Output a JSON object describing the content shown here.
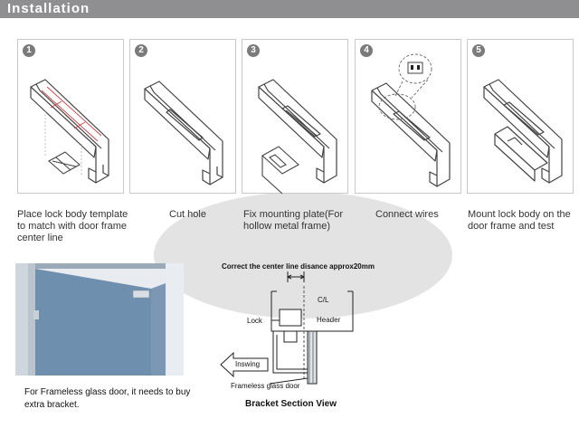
{
  "header": {
    "title": "Installation"
  },
  "steps": [
    {
      "num": "1",
      "caption_lines": [
        "Place lock body template",
        "to match with door frame",
        "center line"
      ]
    },
    {
      "num": "2",
      "caption_lines": [
        "Cut hole"
      ]
    },
    {
      "num": "3",
      "caption_lines": [
        "Fix mounting plate(For",
        "hollow metal frame)"
      ]
    },
    {
      "num": "4",
      "caption_lines": [
        "Connect wires"
      ]
    },
    {
      "num": "5",
      "caption_lines": [
        "Mount lock body on the",
        "door frame and test"
      ]
    }
  ],
  "photo": {
    "caption_lines": [
      "For Frameless glass door, it needs to buy",
      "extra bracket."
    ]
  },
  "bracket": {
    "note": "Correct the center line disance approx20mm",
    "cl_label": "C/L",
    "header_label": "Header",
    "lock_label": "Lock",
    "inswing_label": "Inswing",
    "glass_label": "Frameless glass door",
    "title": "Bracket Section View"
  }
}
